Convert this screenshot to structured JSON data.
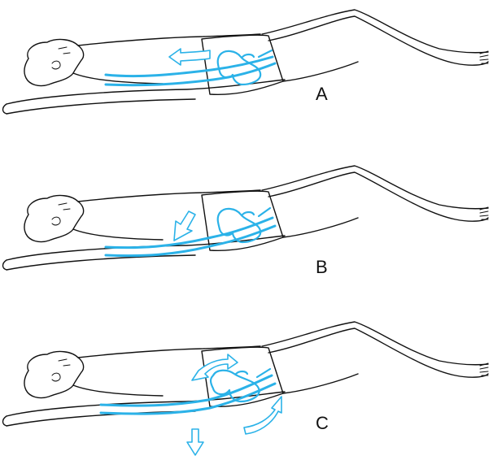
{
  "panels": [
    {
      "label": "A",
      "arrows": [
        "arrow-left-over-lumbar"
      ]
    },
    {
      "label": "B",
      "arrows": [
        "arrow-down-into-lumbar"
      ]
    },
    {
      "label": "C",
      "arrows": [
        "arrow-curved-around-upper-pelvis",
        "arrow-curved-around-lower-pelvis",
        "arrow-down-below-pelvis"
      ]
    }
  ],
  "colors": {
    "anatomy": "#2bb2e8",
    "outline": "#111111"
  },
  "icons": [
    "supine-figure",
    "spine",
    "pelvis",
    "movement-arrow"
  ]
}
